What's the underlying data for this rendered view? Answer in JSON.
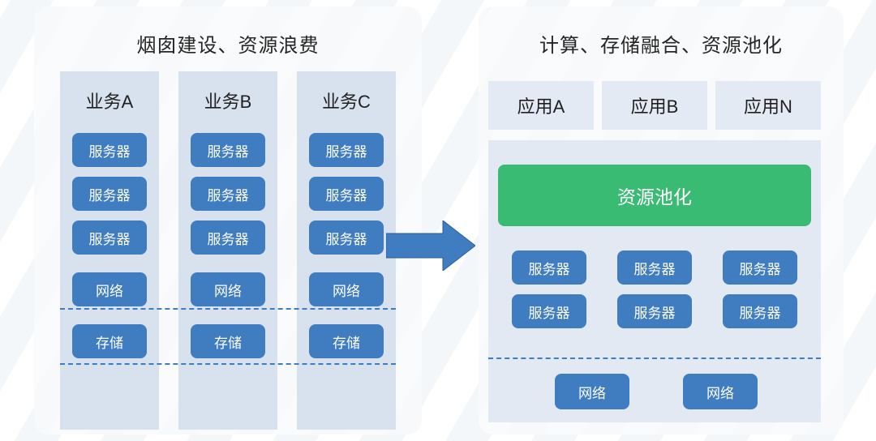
{
  "left_panel": {
    "title": "烟囱建设、资源浪费",
    "columns": [
      {
        "head": "业务A",
        "servers": [
          "服务器",
          "服务器",
          "服务器"
        ],
        "network": "网络",
        "storage": "存储"
      },
      {
        "head": "业务B",
        "servers": [
          "服务器",
          "服务器",
          "服务器"
        ],
        "network": "网络",
        "storage": "存储"
      },
      {
        "head": "业务C",
        "servers": [
          "服务器",
          "服务器",
          "服务器"
        ],
        "network": "网络",
        "storage": "存储"
      }
    ]
  },
  "arrow": {
    "icon": "arrow-right-icon",
    "color": "#3f7cc0"
  },
  "right_panel": {
    "title": "计算、存储融合、资源池化",
    "apps": [
      "应用A",
      "应用B",
      "应用N"
    ],
    "pool_label": "资源池化",
    "servers": [
      "服务器",
      "服务器",
      "服务器",
      "服务器",
      "服务器",
      "服务器"
    ],
    "networks": [
      "网络",
      "网络"
    ]
  },
  "colors": {
    "server_blue": "#3f7cc0",
    "pool_green": "#3abb74",
    "column_bg": "#d8e2ee",
    "app_bg": "#e3eaf3",
    "container_bg": "#e2e9f3",
    "panel_bg": "#f8f9fa",
    "divider": "#3f7cc0",
    "text_dark": "#1f1f1f"
  }
}
